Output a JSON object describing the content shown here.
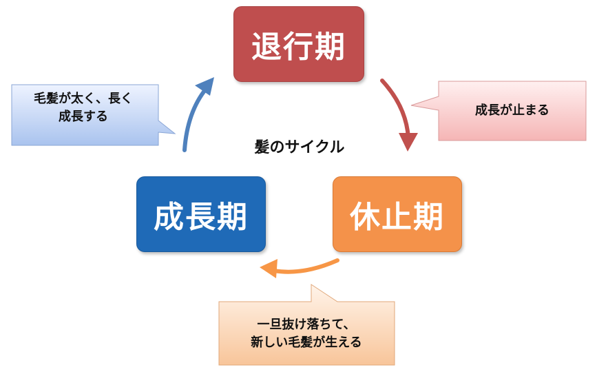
{
  "center_label": "髪のサイクル",
  "phases": {
    "taikou": "退行期",
    "kyushi": "休止期",
    "seicho": "成長期"
  },
  "callouts": {
    "growth": "毛髪が太く、長く\n成長する",
    "stop": "成長が止まる",
    "shed": "一旦抜け落ちて、\n新しい毛髪が生える"
  },
  "colors": {
    "taikou": "#bf4e4e",
    "kyushi": "#f4924a",
    "seicho": "#1f6ab7",
    "callout_blue": "#c9d9f5",
    "callout_red": "#f8c7c7",
    "callout_orange": "#fbd6b5"
  }
}
